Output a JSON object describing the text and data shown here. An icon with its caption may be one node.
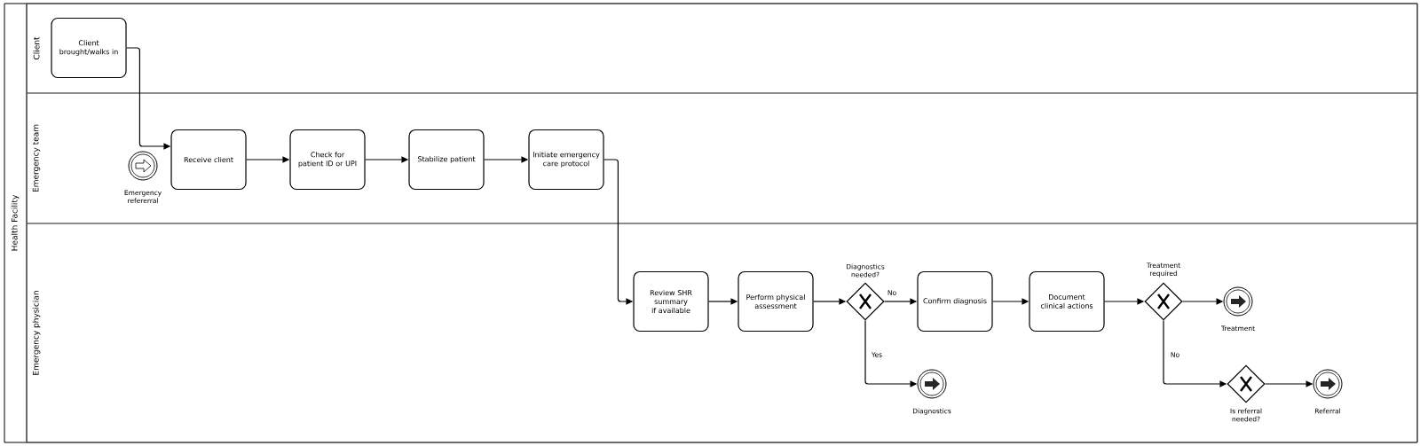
{
  "diagram": {
    "nodes": [
      {
        "text": [
          "Health Facility"
        ]
      },
      {
        "text": [
          "Client"
        ],
        "in": 0
      },
      {
        "text": [
          "Emergency team"
        ],
        "in": 0
      },
      {
        "text": [
          "Emergency physician"
        ],
        "in": 0
      },
      {
        "text": [
          "Client brought/walks in"
        ],
        "in": 1
      },
      {
        "text": [],
        "shape": "circle",
        "beside": [
          "Emergency refererral"
        ],
        "in": 2
      },
      {
        "text": [
          "Receive client"
        ],
        "in": 2
      },
      {
        "text": [
          "Check for patient ID or UPI"
        ],
        "in": 2
      },
      {
        "text": [
          "Stabilize patient"
        ],
        "in": 2
      },
      {
        "text": [
          "Initiate emergency care protocol"
        ],
        "in": 2
      },
      {
        "text": [
          "Review SHR summary if available"
        ],
        "in": 3
      },
      {
        "text": [
          "Perform physical assessment"
        ],
        "in": 3
      },
      {
        "text": [],
        "shape": "diamond",
        "beside": [
          "Diagnostics needed?"
        ],
        "in": 3
      },
      {
        "text": [
          "Confirm diagnosis"
        ],
        "in": 3
      },
      {
        "text": [
          "Document clinical actions"
        ],
        "in": 3
      },
      {
        "text": [],
        "shape": "diamond",
        "beside": [
          "Treatment required"
        ],
        "in": 3
      },
      {
        "text": [],
        "shape": "circle",
        "beside": [
          "Treatment"
        ],
        "in": 3
      },
      {
        "text": [],
        "shape": "circle",
        "beside": [
          "Diagnostics"
        ],
        "in": 3
      },
      {
        "text": [],
        "shape": "diamond",
        "beside": [
          "Is referral needed?"
        ],
        "in": 3
      },
      {
        "text": [],
        "shape": "circle",
        "beside": [
          "Referral"
        ],
        "in": 3
      }
    ],
    "edges": [
      {
        "from": 4,
        "to": 6,
        "arrow": "to"
      },
      {
        "from": 6,
        "to": 7,
        "arrow": "to"
      },
      {
        "from": 7,
        "to": 8,
        "arrow": "to"
      },
      {
        "from": 8,
        "to": 9,
        "arrow": "to"
      },
      {
        "from": 9,
        "to": 10,
        "arrow": "to"
      },
      {
        "from": 10,
        "to": 11,
        "arrow": "to"
      },
      {
        "from": 11,
        "to": 12,
        "arrow": "to"
      },
      {
        "from": 12,
        "to": 13,
        "label": "No",
        "arrow": "to"
      },
      {
        "from": 12,
        "to": 17,
        "label": "Yes",
        "arrow": "to"
      },
      {
        "from": 13,
        "to": 14,
        "arrow": "to"
      },
      {
        "from": 14,
        "to": 15,
        "arrow": "to"
      },
      {
        "from": 15,
        "to": 16,
        "arrow": "to"
      },
      {
        "from": 15,
        "to": 18,
        "label": "No",
        "arrow": "to"
      },
      {
        "from": 18,
        "to": 19,
        "arrow": "to"
      }
    ]
  }
}
